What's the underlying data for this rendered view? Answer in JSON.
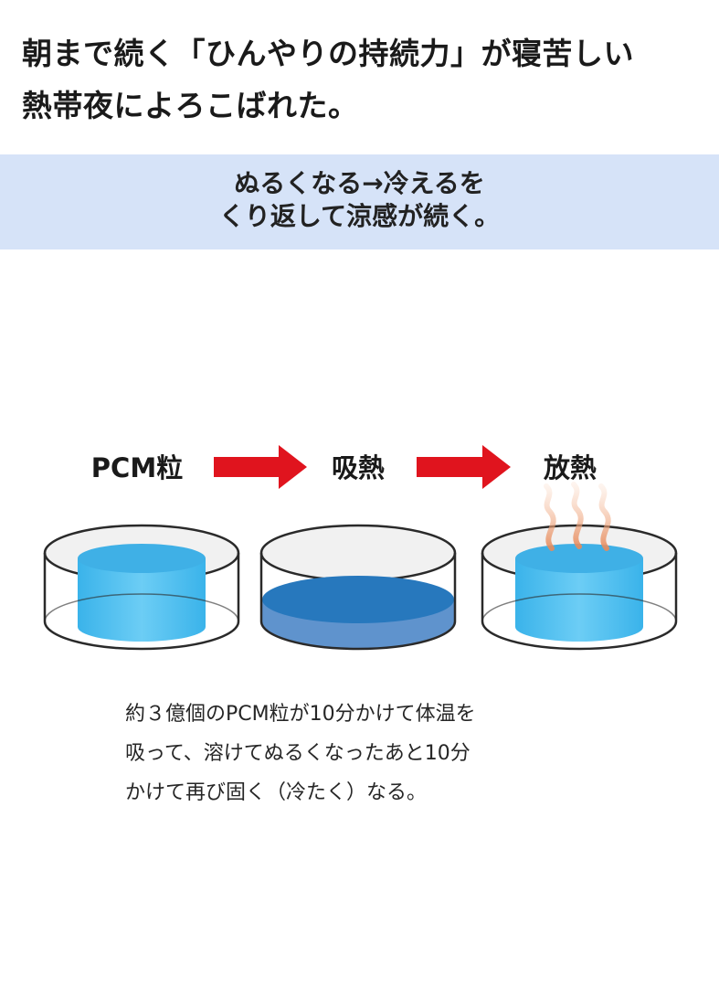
{
  "headline": {
    "line1": "朝まで続く「ひんやりの持続力」が寝苦しい",
    "line2": "熱帯夜によろこばれた。"
  },
  "banner": {
    "line1": "ぬるくなる→冷えるを",
    "line2": "くり返して涼感が続く。",
    "background": "#d6e3f8"
  },
  "diagram": {
    "stages": [
      "PCM粒",
      "吸熱",
      "放熱"
    ],
    "arrow_color": "#e0141e",
    "icons": [
      "right-arrow-icon",
      "heat-waves-icon"
    ]
  },
  "caption": {
    "line1": "約３億個のPCM粒が10分かけて体温を",
    "line2": "吸って、溶けてぬるくなったあと10分",
    "line3": "かけて再び固く（冷たく）なる。"
  }
}
